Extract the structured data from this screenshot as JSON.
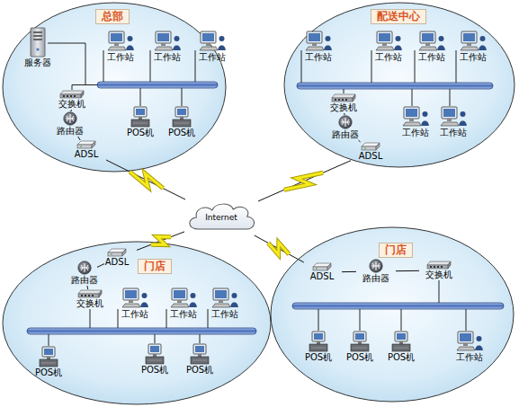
{
  "diagram": {
    "nodes": [
      {
        "text": [
          "总部"
        ]
      },
      {
        "text": [
          "服务器"
        ],
        "in": 0
      },
      {
        "text": [
          "工作站"
        ],
        "in": 0
      },
      {
        "text": [
          "工作站"
        ],
        "in": 0
      },
      {
        "text": [
          "工作站"
        ],
        "in": 0
      },
      {
        "text": [
          "交换机"
        ],
        "in": 0
      },
      {
        "text": [
          "POS机"
        ],
        "in": 0
      },
      {
        "text": [
          "POS机"
        ],
        "in": 0
      },
      {
        "text": [
          "路由器"
        ],
        "in": 0
      },
      {
        "text": [
          "ADSL"
        ],
        "in": 0
      },
      {
        "text": [
          "配送中心"
        ]
      },
      {
        "text": [
          "工作站"
        ],
        "in": 10
      },
      {
        "text": [
          "工作站"
        ],
        "in": 10
      },
      {
        "text": [
          "工作站"
        ],
        "in": 10
      },
      {
        "text": [
          "工作站"
        ],
        "in": 10
      },
      {
        "text": [
          "交换机"
        ],
        "in": 10
      },
      {
        "text": [
          "路由器"
        ],
        "in": 10
      },
      {
        "text": [
          "工作站"
        ],
        "in": 10
      },
      {
        "text": [
          "工作站"
        ],
        "in": 10
      },
      {
        "text": [
          "ADSL"
        ],
        "in": 10
      },
      {
        "text": [
          "Internet"
        ]
      },
      {
        "text": [
          "门店"
        ]
      },
      {
        "text": [
          "ADSL"
        ],
        "in": 21
      },
      {
        "text": [
          "路由器"
        ],
        "in": 21
      },
      {
        "text": [
          "交换机"
        ],
        "in": 21
      },
      {
        "text": [
          "工作站"
        ],
        "in": 21
      },
      {
        "text": [
          "工作站"
        ],
        "in": 21
      },
      {
        "text": [
          "工作站"
        ],
        "in": 21
      },
      {
        "text": [
          "POS机"
        ],
        "in": 21
      },
      {
        "text": [
          "POS机"
        ],
        "in": 21
      },
      {
        "text": [
          "POS机"
        ],
        "in": 21
      },
      {
        "text": [
          "门店"
        ]
      },
      {
        "text": [
          "ADSL"
        ],
        "in": 31
      },
      {
        "text": [
          "路由器"
        ],
        "in": 31
      },
      {
        "text": [
          "交换机"
        ],
        "in": 31
      },
      {
        "text": [
          "POS机"
        ],
        "in": 31
      },
      {
        "text": [
          "POS机"
        ],
        "in": 31
      },
      {
        "text": [
          "POS机"
        ],
        "in": 31
      },
      {
        "text": [
          "工作站"
        ],
        "in": 31
      }
    ],
    "edges": [
      {
        "from": 5,
        "to": 8,
        "arrow": "none"
      },
      {
        "from": 8,
        "to": 9,
        "arrow": "none"
      },
      {
        "from": 9,
        "to": 20,
        "arrow": "none"
      },
      {
        "from": 15,
        "to": 16,
        "arrow": "none"
      },
      {
        "from": 16,
        "to": 19,
        "arrow": "none"
      },
      {
        "from": 19,
        "to": 20,
        "arrow": "none"
      },
      {
        "from": 24,
        "to": 23,
        "arrow": "none"
      },
      {
        "from": 23,
        "to": 22,
        "arrow": "none"
      },
      {
        "from": 22,
        "to": 20,
        "arrow": "none"
      },
      {
        "from": 34,
        "to": 33,
        "arrow": "none"
      },
      {
        "from": 33,
        "to": 32,
        "arrow": "none"
      },
      {
        "from": 32,
        "to": 20,
        "arrow": "none"
      }
    ]
  }
}
